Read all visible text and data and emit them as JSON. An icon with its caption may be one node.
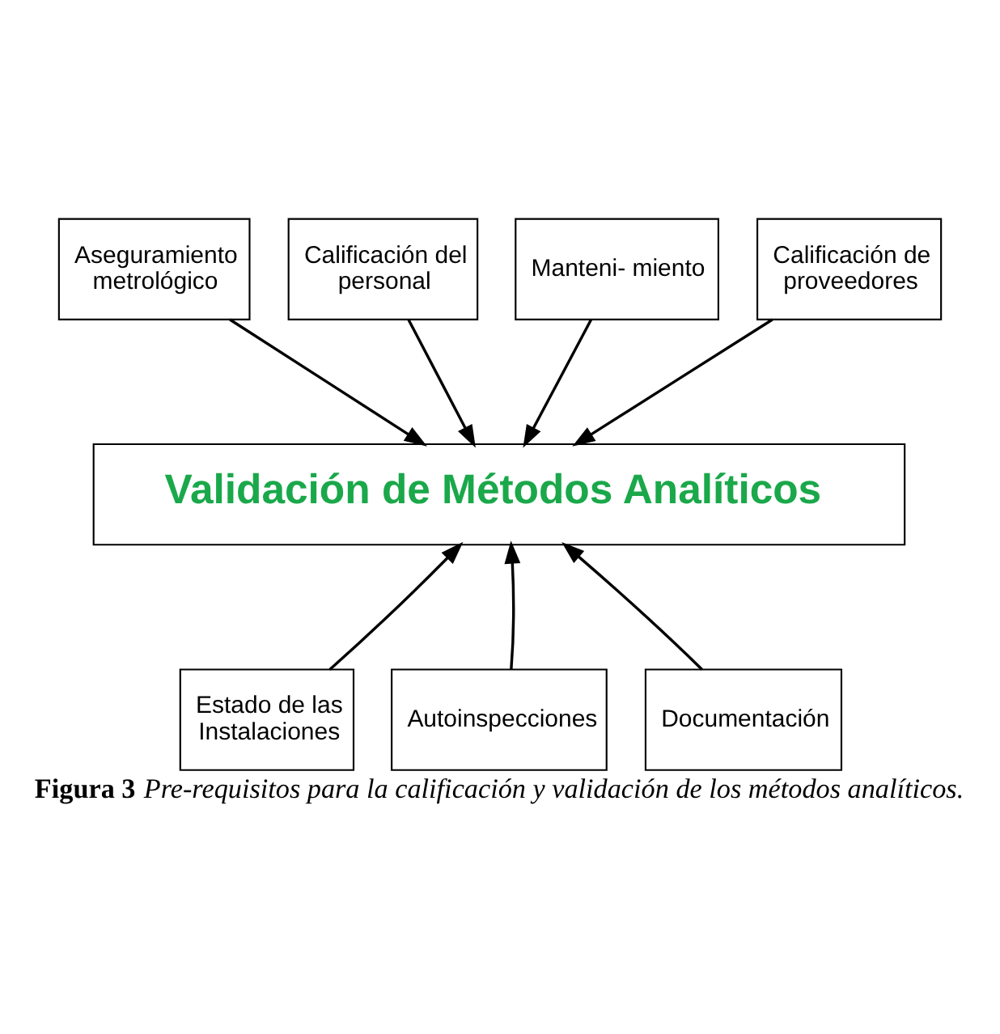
{
  "diagram": {
    "caption": "**Figura 3** *Pre-requisitos para la calificación y validación de los métodos analíticos.*",
    "nodes": [
      {
        "text": [
          "Aseguramiento metrológico"
        ]
      },
      {
        "text": [
          "Calificación del personal"
        ]
      },
      {
        "text": [
          "Manteni- miento"
        ]
      },
      {
        "text": [
          "Calificación de proveedores"
        ]
      },
      {
        "text": [
          "Validación de Métodos Analíticos"
        ]
      },
      {
        "text": [
          "Estado de las Instalaciones"
        ]
      },
      {
        "text": [
          "Autoinspecciones"
        ]
      },
      {
        "text": [
          "Documentación"
        ]
      }
    ],
    "edges": [
      {
        "from": 0,
        "to": 4,
        "arrow": "to"
      },
      {
        "from": 1,
        "to": 4,
        "arrow": "to"
      },
      {
        "from": 2,
        "to": 4,
        "arrow": "to"
      },
      {
        "from": 3,
        "to": 4,
        "arrow": "to"
      },
      {
        "from": 5,
        "to": 4,
        "arrow": "to"
      },
      {
        "from": 6,
        "to": 4,
        "arrow": "to"
      },
      {
        "from": 7,
        "to": 4,
        "arrow": "to"
      }
    ]
  }
}
